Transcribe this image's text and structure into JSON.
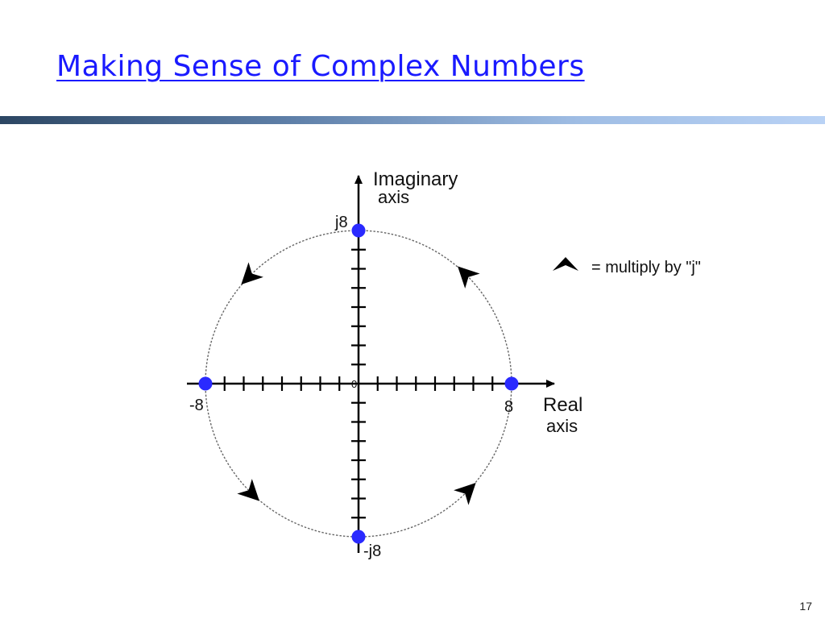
{
  "slide": {
    "title": "Making Sense of Complex Numbers",
    "page_number": "17"
  },
  "diagram": {
    "imag_axis_label_line1": "Imaginary",
    "imag_axis_label_line2": "axis",
    "real_axis_label_line1": "Real",
    "real_axis_label_line2": "axis",
    "origin_label": "0",
    "pos_imag_label": "j8",
    "neg_imag_label": "-j8",
    "pos_real_label": "8",
    "neg_real_label": "-8",
    "legend_text": "= multiply by \"j\"",
    "point_color": "#2a2aff",
    "points": [
      {
        "label": "j8",
        "re": 0,
        "im": 8
      },
      {
        "label": "8",
        "re": 8,
        "im": 0
      },
      {
        "label": "-j8",
        "re": 0,
        "im": -8
      },
      {
        "label": "-8",
        "re": -8,
        "im": 0
      }
    ],
    "ticks_per_half_axis": 7
  }
}
